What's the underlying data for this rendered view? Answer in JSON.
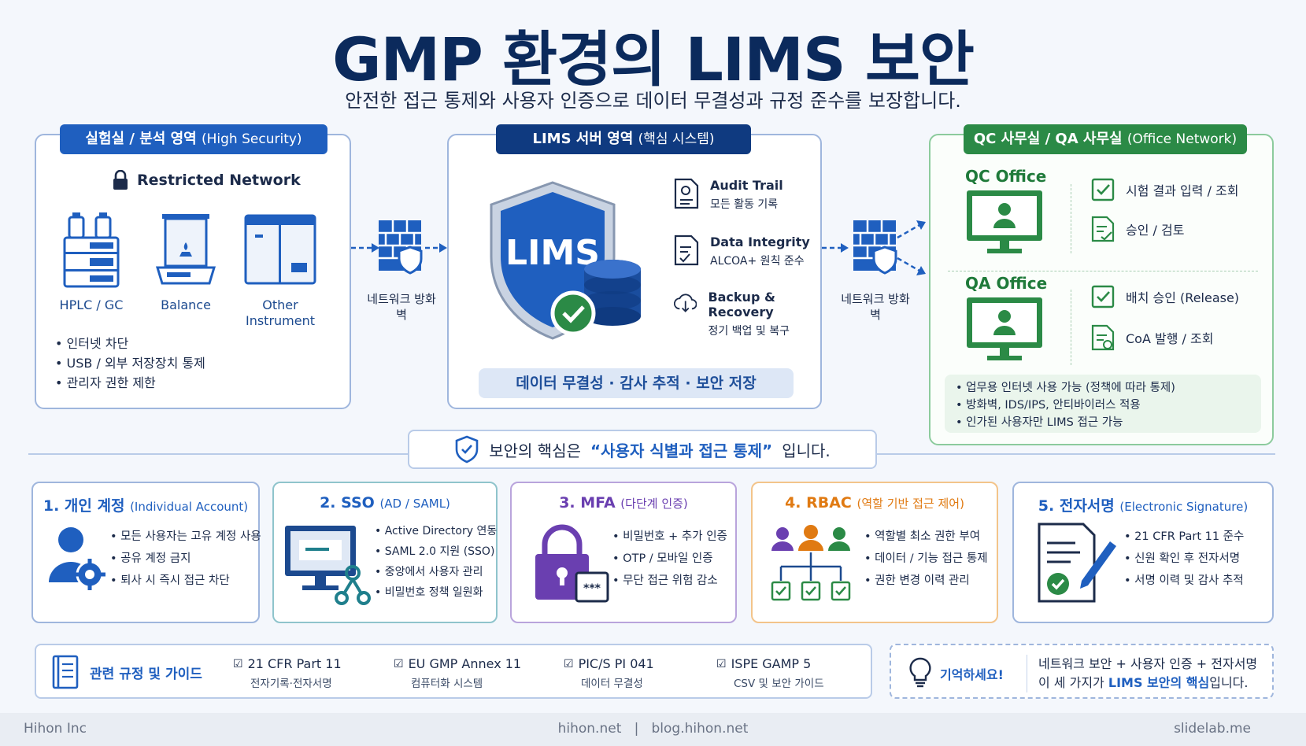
{
  "header": {
    "title": "GMP 환경의 LIMS 보안",
    "subtitle": "안전한 접근 통제와 사용자 인증으로 데이터 무결성과 규정 준수를 보장합니다."
  },
  "lab": {
    "title": "실험실 / 분석 영역",
    "title_sub": "(High Security)",
    "network": "Restricted Network",
    "instruments": [
      "HPLC / GC",
      "Balance",
      "Other Instrument"
    ],
    "bullets": [
      "인터넷 차단",
      "USB / 외부 저장장치 통제",
      "관리자 권한 제한"
    ]
  },
  "firewall": {
    "left": "네트워크 방화벽",
    "right": "네트워크 방화벽"
  },
  "server": {
    "title": "LIMS 서버 영역",
    "title_sub": "(핵심 시스템)",
    "shield_text": "LIMS",
    "features": [
      {
        "title": "Audit Trail",
        "desc": "모든 활동 기록"
      },
      {
        "title": "Data Integrity",
        "desc": "ALCOA+ 원칙 준수"
      },
      {
        "title": "Backup & Recovery",
        "desc": "정기 백업 및 복구"
      }
    ],
    "bar": "데이터 무결성 · 감사 추적 · 보안 저장"
  },
  "office": {
    "title": "QC 사무실 / QA 사무실",
    "title_sub": "(Office Network)",
    "qc": {
      "name": "QC Office",
      "items": [
        "시험 결과 입력 / 조회",
        "승인 / 검토"
      ]
    },
    "qa": {
      "name": "QA Office",
      "items": [
        "배치 승인 (Release)",
        "CoA 발행 / 조회"
      ]
    },
    "notes": [
      "업무용 인터넷 사용 가능 (정책에 따라 통제)",
      "방화벽, IDS/IPS, 안티바이러스 적용",
      "인가된 사용자만 LIMS 접근 가능"
    ]
  },
  "core": {
    "pre": "보안의 핵심은",
    "highlight": "“사용자 식별과 접근 통제”",
    "post": "입니다."
  },
  "cards": [
    {
      "title": "1. 개인 계정",
      "sub": "(Individual Account)",
      "color": "#1f5fbf",
      "items": [
        "모든 사용자는 고유 계정 사용",
        "공유 계정 금지",
        "퇴사 시 즉시 접근 차단"
      ]
    },
    {
      "title": "2. SSO",
      "sub": "(AD / SAML)",
      "color": "#1f7f8c",
      "items": [
        "Active Directory 연동",
        "SAML 2.0 지원 (SSO)",
        "중앙에서 사용자 관리",
        "비밀번호 정책 일원화"
      ]
    },
    {
      "title": "3. MFA",
      "sub": "(다단계 인증)",
      "color": "#6a3fb0",
      "items": [
        "비밀번호 + 추가 인증",
        "OTP / 모바일 인증",
        "무단 접근 위험 감소"
      ]
    },
    {
      "title": "4. RBAC",
      "sub": "(역할 기반 접근 제어)",
      "color": "#e07a12",
      "items": [
        "역할별 최소 권한 부여",
        "데이터 / 기능 접근 통제",
        "권한 변경 이력 관리"
      ]
    },
    {
      "title": "5. 전자서명",
      "sub": "(Electronic Signature)",
      "color": "#1f5fbf",
      "items": [
        "21 CFR Part 11 준수",
        "신원 확인 후 전자서명",
        "서명 이력 및 감사 추적"
      ]
    }
  ],
  "refs": {
    "title": "관련 규정 및 가이드",
    "items": [
      {
        "name": "21 CFR Part 11",
        "desc": "전자기록·전자서명"
      },
      {
        "name": "EU GMP Annex 11",
        "desc": "컴퓨터화 시스템"
      },
      {
        "name": "PIC/S PI 041",
        "desc": "데이터 무결성"
      },
      {
        "name": "ISPE GAMP 5",
        "desc": "CSV 및 보안 가이드"
      }
    ]
  },
  "remember": {
    "label": "기억하세요!",
    "line1": "네트워크 보안 + 사용자 인증 + 전자서명",
    "line2_pre": "이 세 가지가",
    "line2_hl": "LIMS 보안의 핵심",
    "line2_post": "입니다."
  },
  "footer": {
    "left": "Hihon Inc",
    "center": "hihon.net   |   blog.hihon.net",
    "right": "slidelab.me"
  },
  "colors": {
    "primary": "#1f5fbf",
    "navy": "#0f3a80",
    "green": "#2b8a46",
    "purple": "#6a3fb0",
    "orange": "#e07a12",
    "teal": "#1f7f8c"
  }
}
